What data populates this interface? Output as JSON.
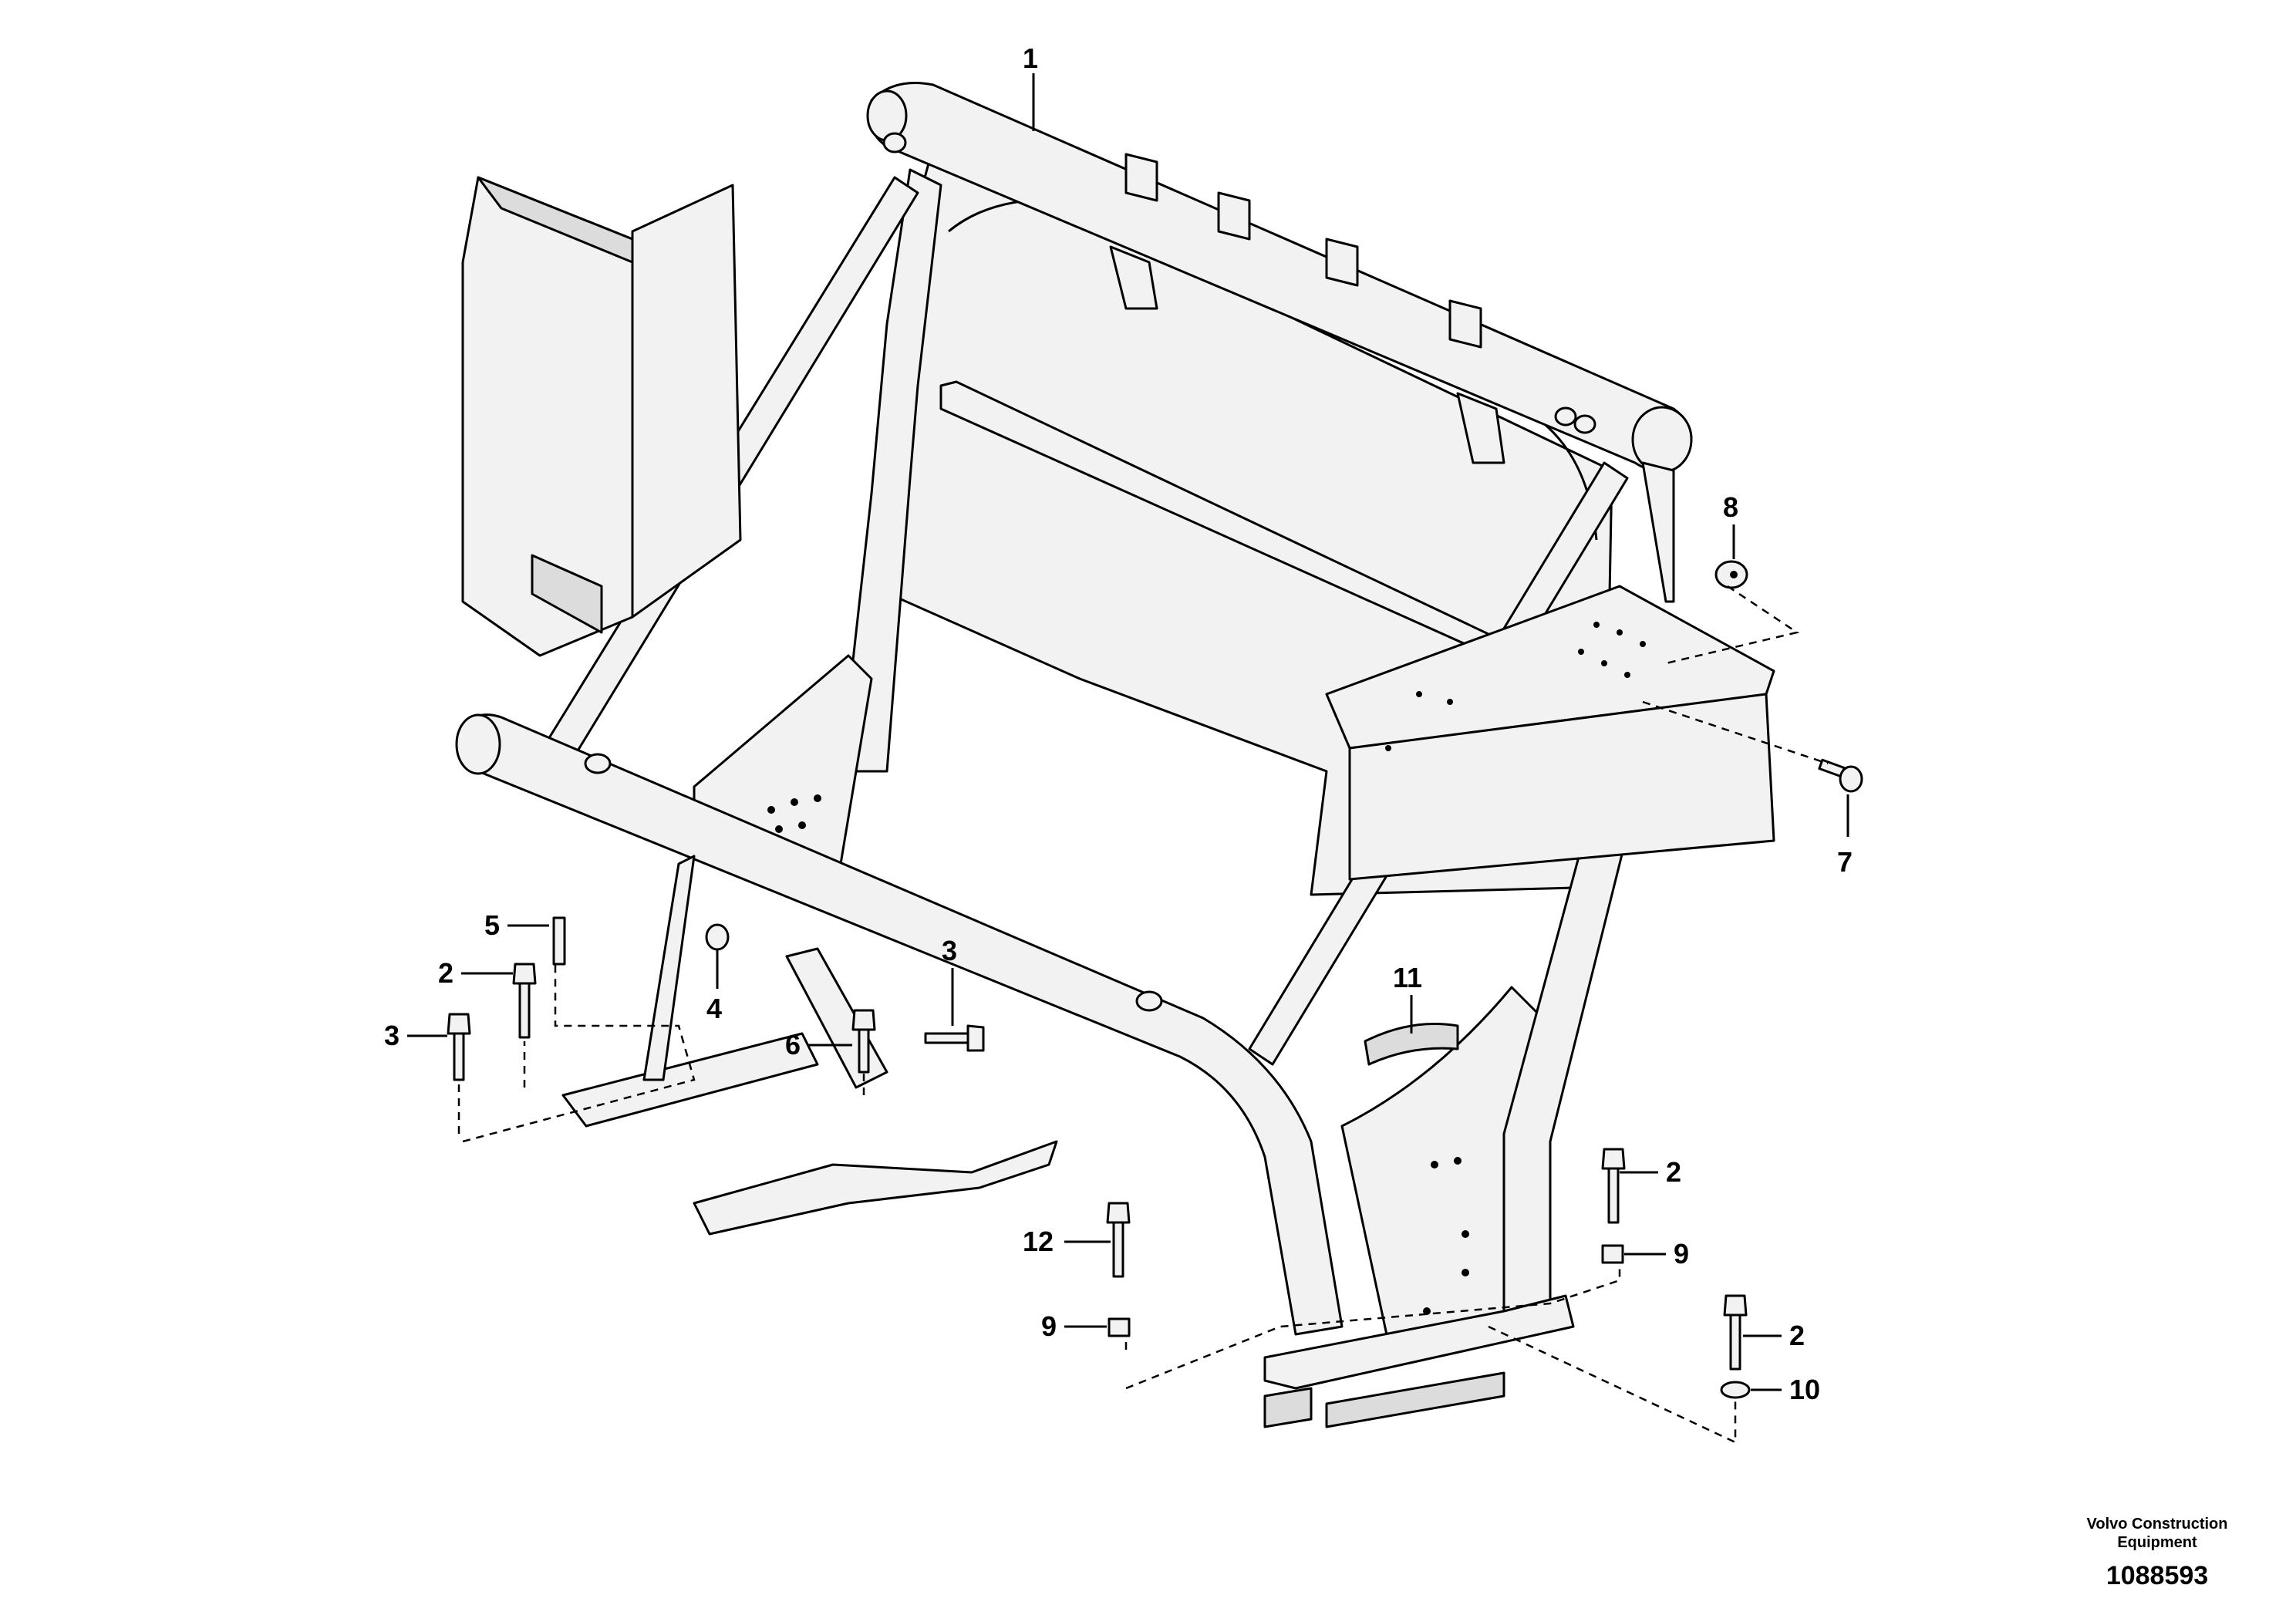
{
  "callouts": {
    "c1": "1",
    "c2a": "2",
    "c2b": "2",
    "c2c": "2",
    "c3a": "3",
    "c3b": "3",
    "c4": "4",
    "c5": "5",
    "c6": "6",
    "c7": "7",
    "c8": "8",
    "c9a": "9",
    "c9b": "9",
    "c10": "10",
    "c11": "11",
    "c12": "12"
  },
  "footer": {
    "company_line1": "Volvo Construction",
    "company_line2": "Equipment",
    "image_number": "1088593"
  }
}
